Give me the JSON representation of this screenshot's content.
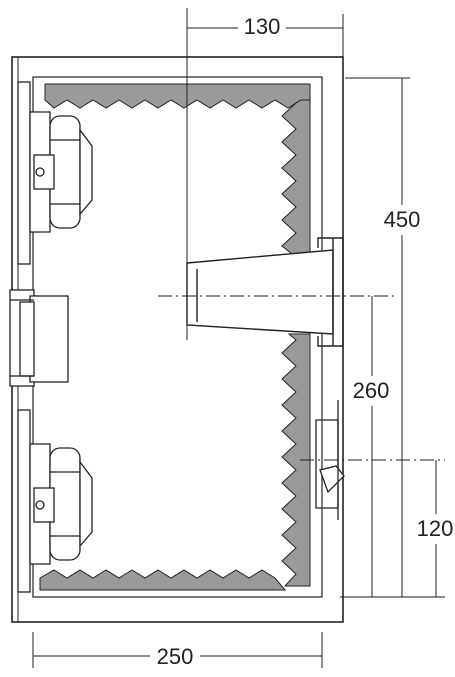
{
  "diagram": {
    "type": "loudspeaker-cabinet-cross-section",
    "colors": {
      "line": "#222222",
      "foam": "#9a9a9a",
      "background": "#ffffff"
    },
    "dimensions": {
      "port_offset": "130",
      "height_total": "450",
      "port_height": "260",
      "terminal_height": "120",
      "width": "250"
    }
  }
}
